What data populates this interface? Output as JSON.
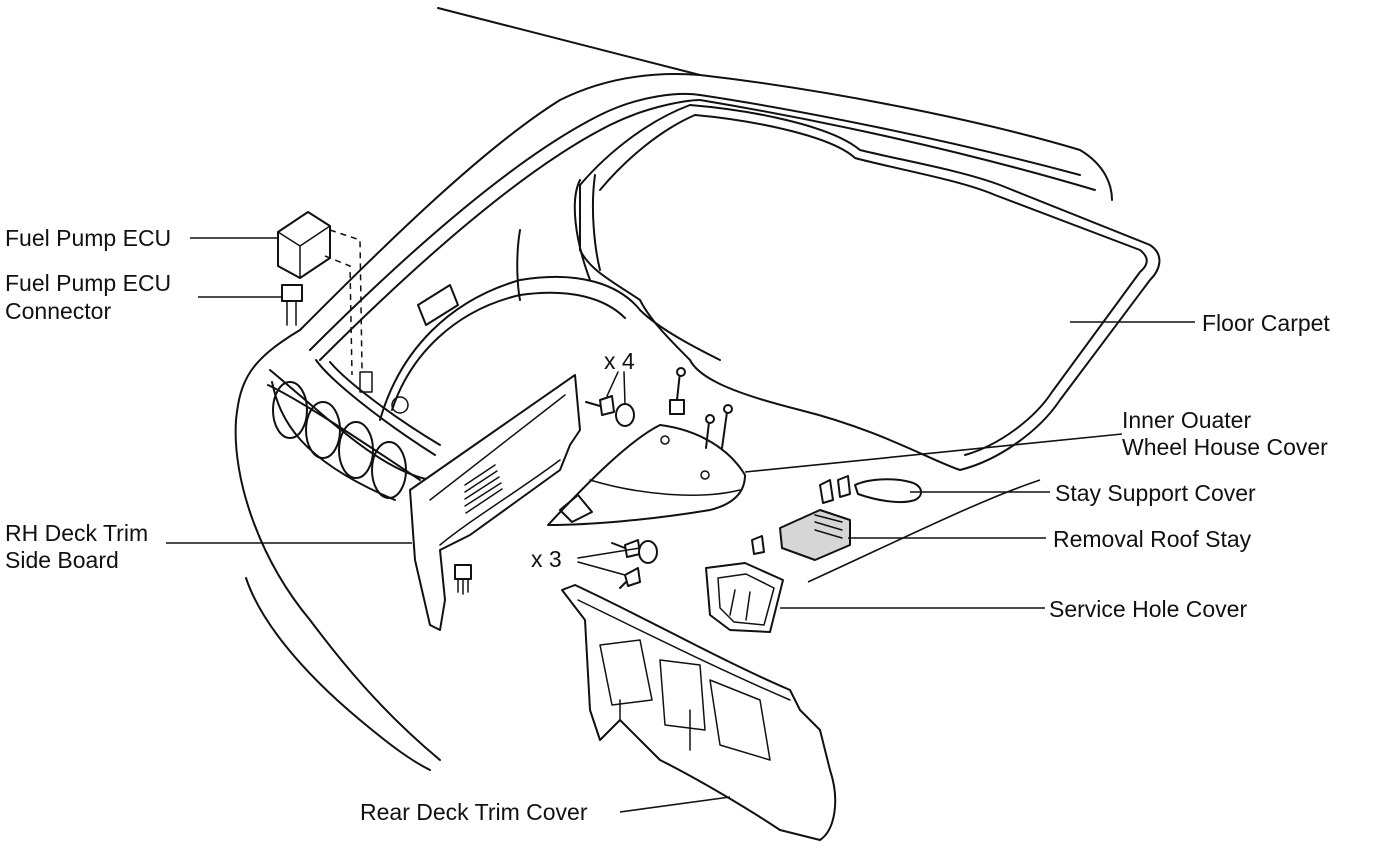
{
  "labels": {
    "fuel_pump_ecu": "Fuel Pump ECU",
    "fuel_pump_ecu_connector_1": "Fuel Pump ECU",
    "fuel_pump_ecu_connector_2": "Connector",
    "rh_deck_trim_1": "RH Deck Trim",
    "rh_deck_trim_2": "Side Board",
    "floor_carpet": "Floor Carpet",
    "inner_wheel_house_1": "Inner Ouater",
    "inner_wheel_house_2": "Wheel House Cover",
    "stay_support_cover": "Stay Support Cover",
    "removal_roof_stay": "Removal Roof Stay",
    "service_hole_cover": "Service Hole Cover",
    "rear_deck_trim_cover": "Rear Deck Trim Cover",
    "qty_4": "x 4",
    "qty_3": "x 3"
  }
}
